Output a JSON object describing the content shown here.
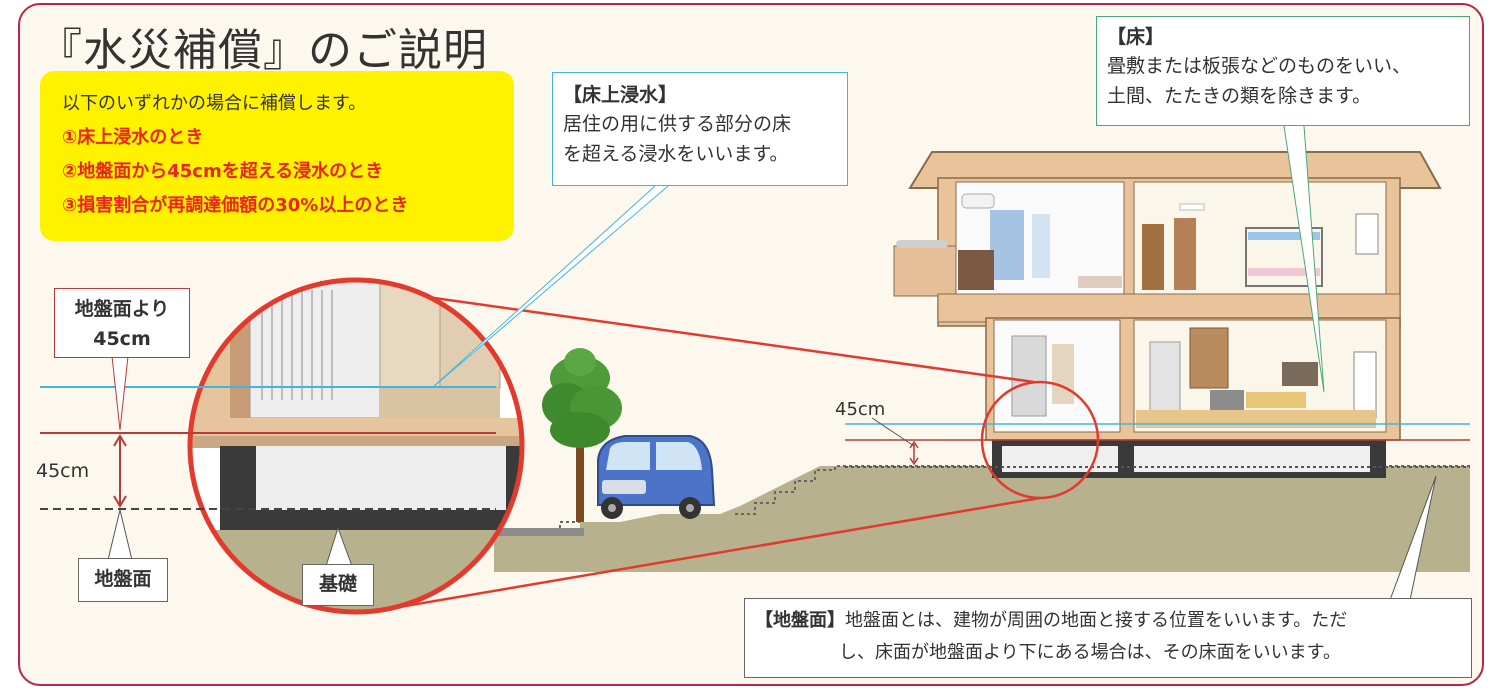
{
  "title": "『水災補償』のご説明",
  "conditions_box": {
    "intro": "以下のいずれかの場合に補償します。",
    "items": [
      "①床上浸水のとき",
      "②地盤面から45cmを超える浸水のとき",
      "③損害割合が再調達価額の30%以上のとき"
    ]
  },
  "callout_flood": {
    "heading": "【床上浸水】",
    "lines": [
      "居住の用に供する部分の床",
      "を超える浸水をいいます。"
    ]
  },
  "callout_floor": {
    "heading": "【床】",
    "lines": [
      "畳敷または板張などのものをいい、",
      "土間、たたきの類を除きます。"
    ]
  },
  "labels": {
    "above_ground_line1": "地盤面より",
    "above_ground_line2": "45cm",
    "height_left": "45cm",
    "height_right": "45cm",
    "ground": "地盤面",
    "foundation": "基礎"
  },
  "ground_note": {
    "heading": "【地盤面】",
    "line1": "地盤面とは、建物が周囲の地面と接する位置をいいます。ただ",
    "line2": "し、床面が地盤面より下にある場合は、その床面をいいます。"
  },
  "colors": {
    "frame": "#b8264b",
    "highlight": "#fff200",
    "condition_text": "#e8251f",
    "water_line": "#3fb6e0",
    "level_line": "#b83a3a",
    "zoom_circle": "#e23a2c"
  }
}
